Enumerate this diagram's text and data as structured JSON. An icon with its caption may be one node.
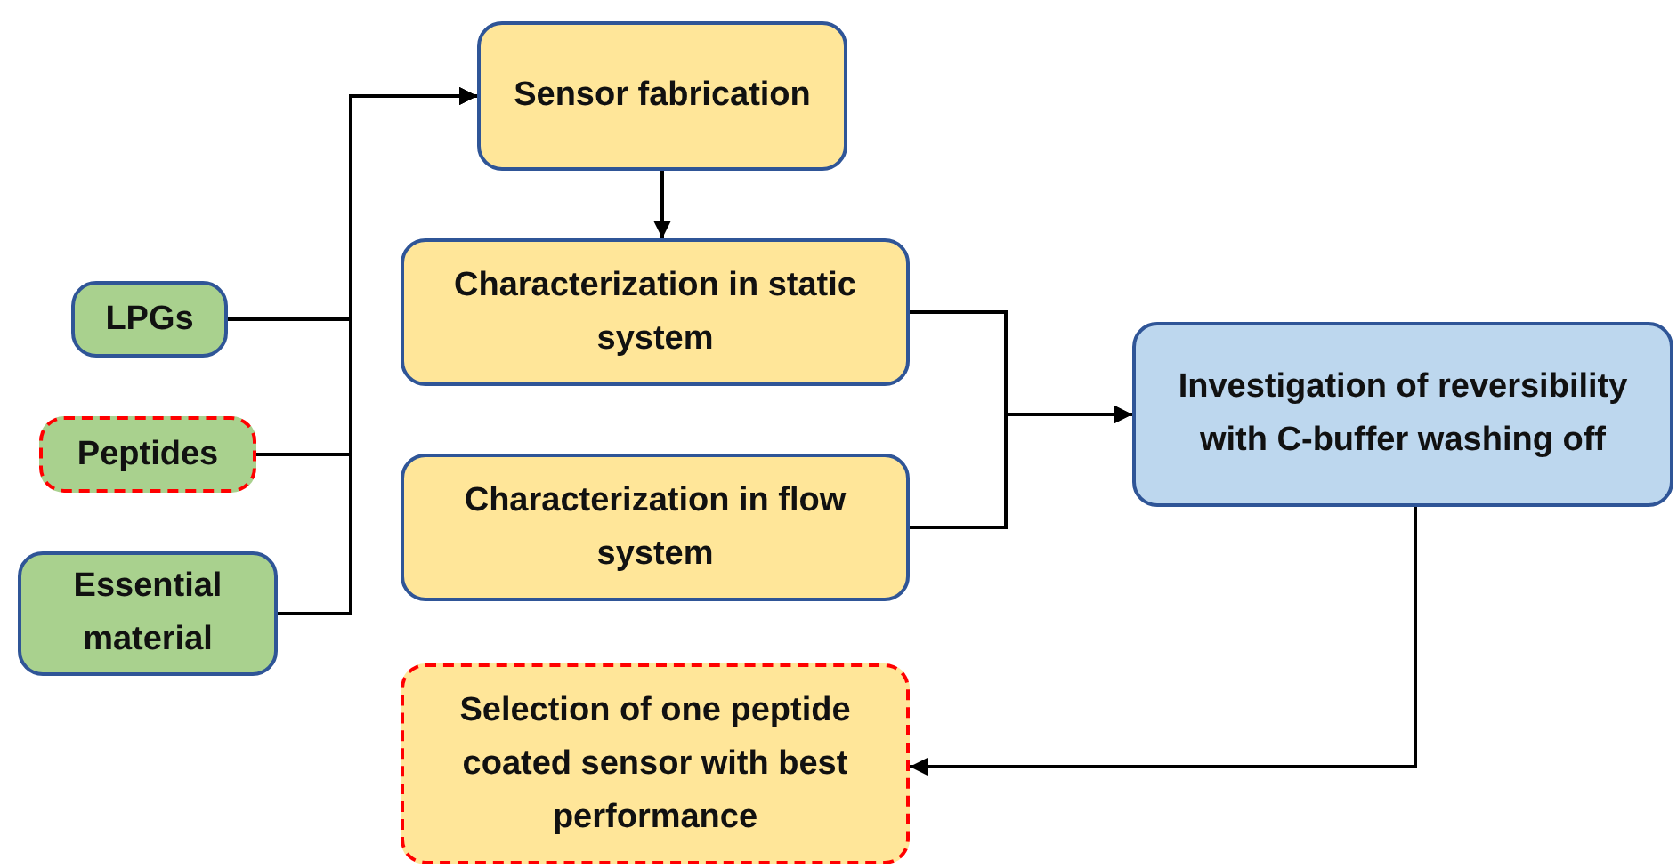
{
  "diagram": {
    "nodes": [
      {
        "text": [
          "Sensor fabrication"
        ]
      },
      {
        "text": [
          "LPGs"
        ]
      },
      {
        "text": [
          "Peptides"
        ]
      },
      {
        "text": [
          "Essential material"
        ]
      },
      {
        "text": [
          "Characterization in static system"
        ]
      },
      {
        "text": [
          "Characterization in flow system"
        ]
      },
      {
        "text": [
          "Investigation of reversibility with C-buffer washing off"
        ]
      },
      {
        "text": [
          "Selection of one peptide coated sensor with best performance"
        ]
      }
    ],
    "edges": [
      {
        "from": 1,
        "to": 0,
        "arrow": "to"
      },
      {
        "from": 2,
        "to": 0,
        "arrow": "to"
      },
      {
        "from": 3,
        "to": 0,
        "arrow": "to"
      },
      {
        "from": 0,
        "to": 4,
        "arrow": "to"
      },
      {
        "from": 4,
        "to": 6,
        "arrow": "to"
      },
      {
        "from": 5,
        "to": 6,
        "arrow": "to"
      },
      {
        "from": 6,
        "to": 7,
        "arrow": "to"
      }
    ]
  }
}
